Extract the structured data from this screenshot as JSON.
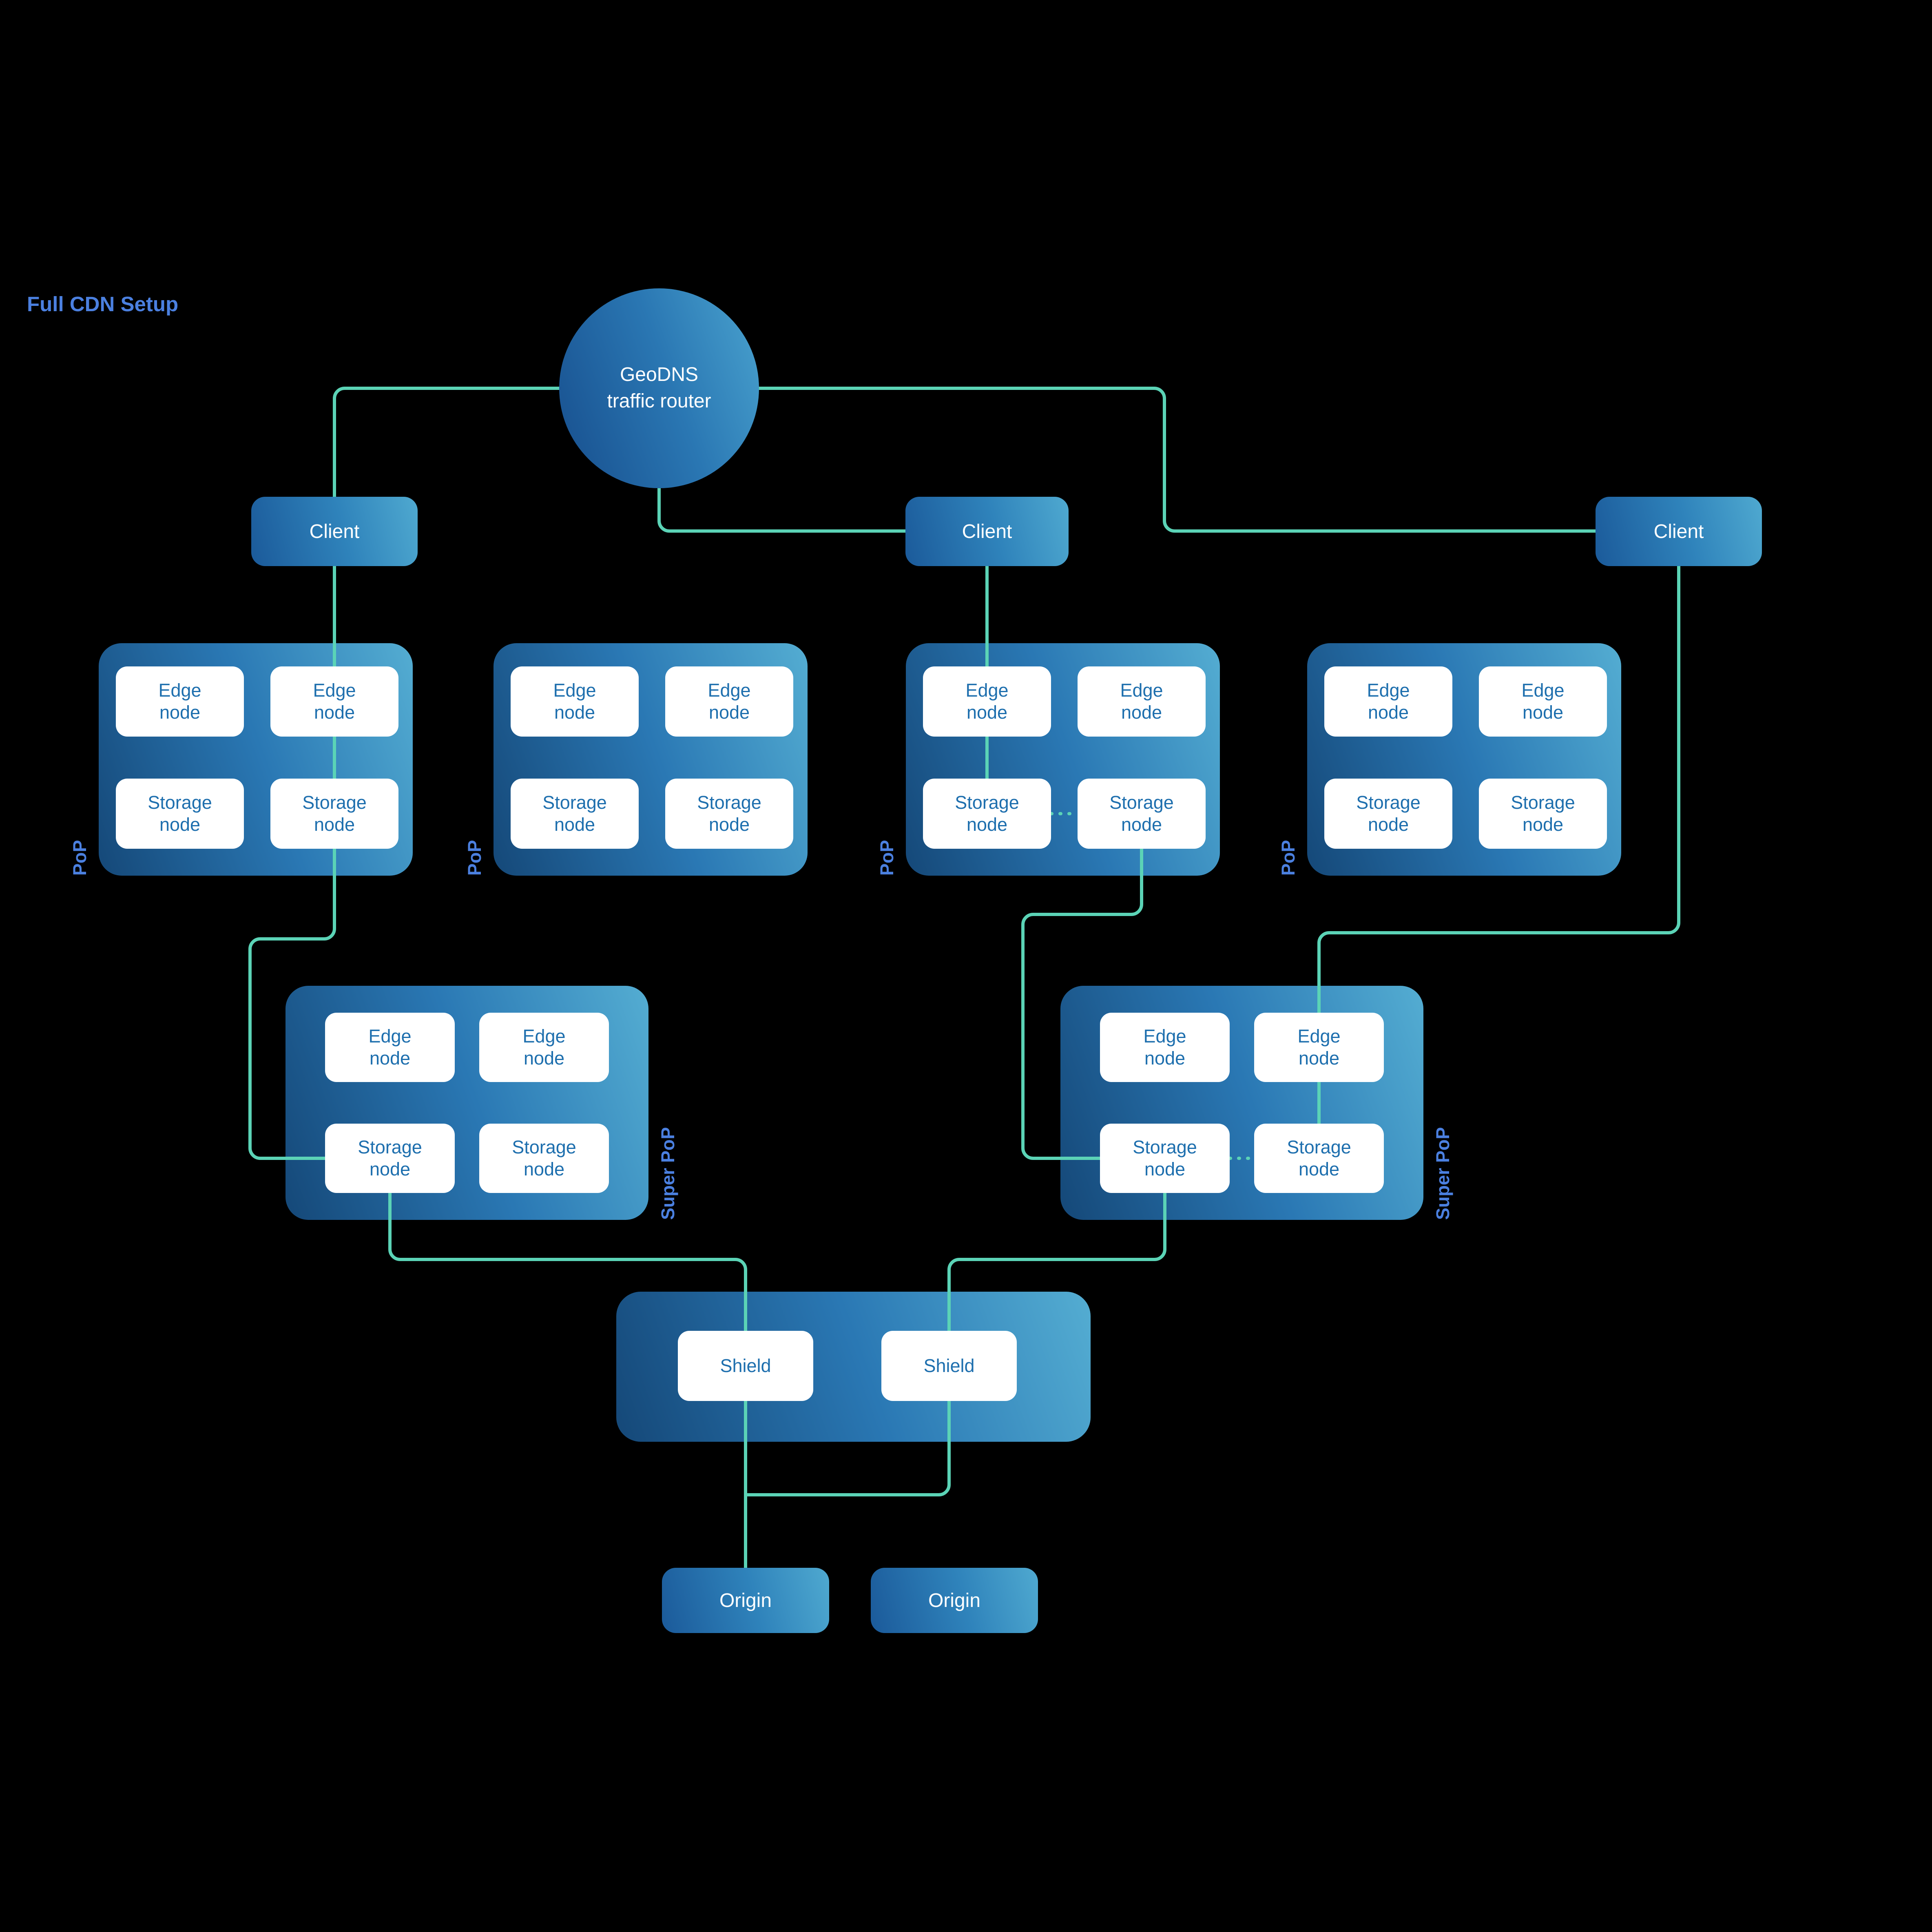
{
  "title": "Full CDN Setup",
  "router": {
    "line1": "GeoDNS",
    "line2": "traffic router"
  },
  "clients": [
    "Client",
    "Client",
    "Client"
  ],
  "pop_label": "PoP",
  "super_pop_label": "Super PoP",
  "pops": [
    {
      "nodes": [
        "Edge node",
        "Edge node",
        "Storage node",
        "Storage node"
      ]
    },
    {
      "nodes": [
        "Edge node",
        "Edge node",
        "Storage node",
        "Storage node"
      ]
    },
    {
      "nodes": [
        "Edge node",
        "Edge node",
        "Storage node",
        "Storage node"
      ]
    },
    {
      "nodes": [
        "Edge node",
        "Edge node",
        "Storage node",
        "Storage node"
      ]
    }
  ],
  "super_pops": [
    {
      "nodes": [
        "Edge node",
        "Edge node",
        "Storage node",
        "Storage node"
      ]
    },
    {
      "nodes": [
        "Edge node",
        "Edge node",
        "Storage node",
        "Storage node"
      ]
    }
  ],
  "shields": [
    "Shield",
    "Shield"
  ],
  "origins": [
    "Origin",
    "Origin"
  ],
  "colors": {
    "background": "#000000",
    "label_blue": "#4b80e0",
    "node_text_blue": "#1e6fae",
    "connector_teal": "#5bd3b6",
    "box_gradient_dark": "#154878",
    "box_gradient_light": "#54add2"
  }
}
